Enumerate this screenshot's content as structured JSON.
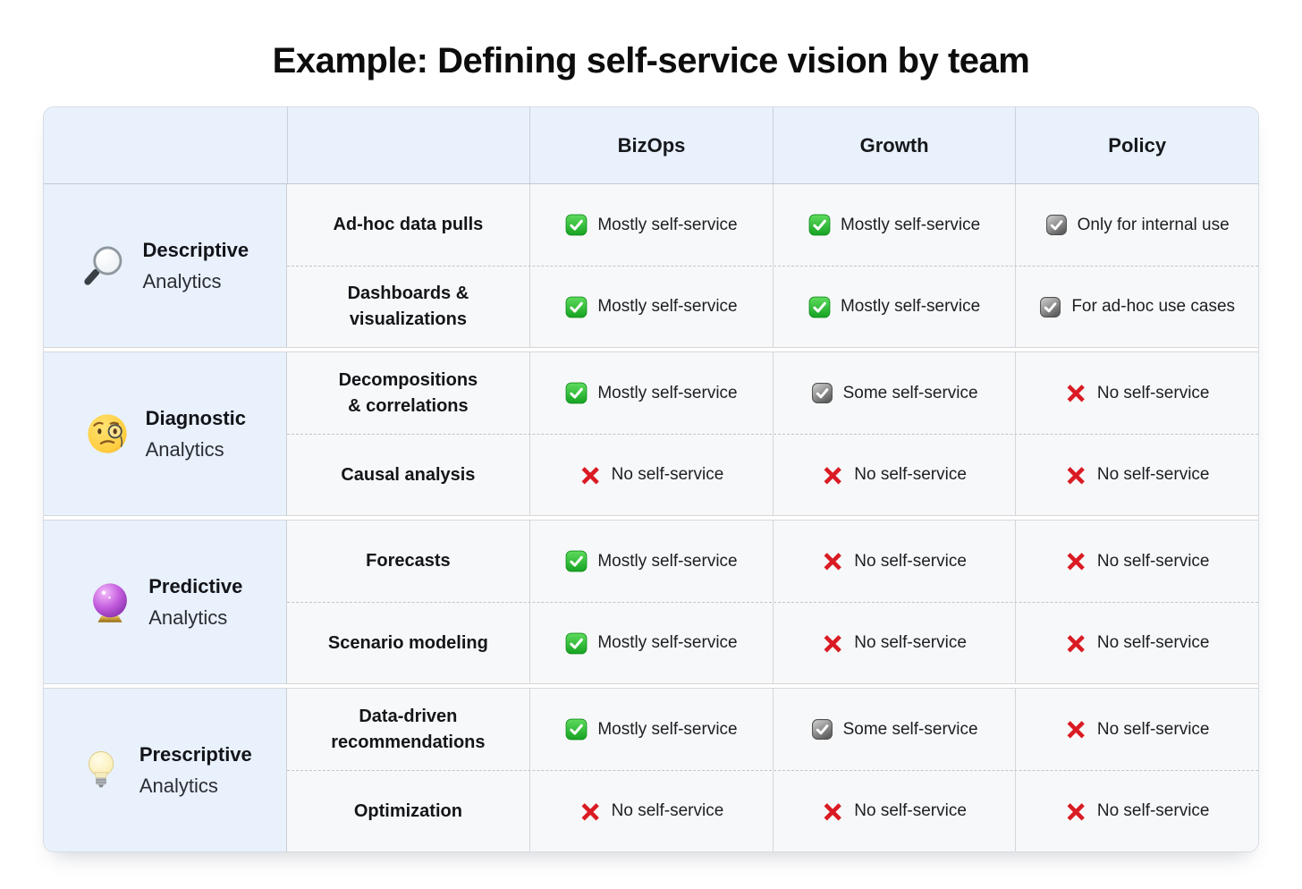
{
  "title": "Example: Defining self-service vision by team",
  "table": {
    "columns": [
      "BizOps",
      "Growth",
      "Policy"
    ],
    "groups": [
      {
        "icon": "magnifier-icon",
        "name": "Descriptive",
        "type_label": "Analytics",
        "rows": [
          {
            "task": "Ad-hoc data pulls",
            "cells": [
              {
                "icon": "green-check-icon",
                "label": "Mostly self-service"
              },
              {
                "icon": "green-check-icon",
                "label": "Mostly self-service"
              },
              {
                "icon": "gray-check-icon",
                "label": "Only for internal use"
              }
            ]
          },
          {
            "task": "Dashboards &\nvisualizations",
            "cells": [
              {
                "icon": "green-check-icon",
                "label": "Mostly self-service"
              },
              {
                "icon": "green-check-icon",
                "label": "Mostly self-service"
              },
              {
                "icon": "gray-check-icon",
                "label": "For ad-hoc use cases"
              }
            ]
          }
        ]
      },
      {
        "icon": "monocle-face-icon",
        "name": "Diagnostic",
        "type_label": "Analytics",
        "rows": [
          {
            "task": "Decompositions\n& correlations",
            "cells": [
              {
                "icon": "green-check-icon",
                "label": "Mostly self-service"
              },
              {
                "icon": "gray-check-icon",
                "label": "Some self-service"
              },
              {
                "icon": "red-cross-icon",
                "label": "No self-service"
              }
            ]
          },
          {
            "task": "Causal analysis",
            "cells": [
              {
                "icon": "red-cross-icon",
                "label": "No self-service"
              },
              {
                "icon": "red-cross-icon",
                "label": "No self-service"
              },
              {
                "icon": "red-cross-icon",
                "label": "No self-service"
              }
            ]
          }
        ]
      },
      {
        "icon": "crystal-ball-icon",
        "name": "Predictive",
        "type_label": "Analytics",
        "rows": [
          {
            "task": "Forecasts",
            "cells": [
              {
                "icon": "green-check-icon",
                "label": "Mostly self-service"
              },
              {
                "icon": "red-cross-icon",
                "label": "No self-service"
              },
              {
                "icon": "red-cross-icon",
                "label": "No self-service"
              }
            ]
          },
          {
            "task": "Scenario modeling",
            "cells": [
              {
                "icon": "green-check-icon",
                "label": "Mostly self-service"
              },
              {
                "icon": "red-cross-icon",
                "label": "No self-service"
              },
              {
                "icon": "red-cross-icon",
                "label": "No self-service"
              }
            ]
          }
        ]
      },
      {
        "icon": "light-bulb-icon",
        "name": "Prescriptive",
        "type_label": "Analytics",
        "rows": [
          {
            "task": "Data-driven\nrecommendations",
            "cells": [
              {
                "icon": "green-check-icon",
                "label": "Mostly self-service"
              },
              {
                "icon": "gray-check-icon",
                "label": "Some self-service"
              },
              {
                "icon": "red-cross-icon",
                "label": "No self-service"
              }
            ]
          },
          {
            "task": "Optimization",
            "cells": [
              {
                "icon": "red-cross-icon",
                "label": "No self-service"
              },
              {
                "icon": "red-cross-icon",
                "label": "No self-service"
              },
              {
                "icon": "red-cross-icon",
                "label": "No self-service"
              }
            ]
          }
        ]
      }
    ]
  },
  "colors": {
    "header_bg": "#e9f1fc",
    "cell_bg": "#f7f8f9",
    "check_green": "#1fb02a",
    "check_gray": "#808080",
    "cross_red": "#da1b23"
  }
}
